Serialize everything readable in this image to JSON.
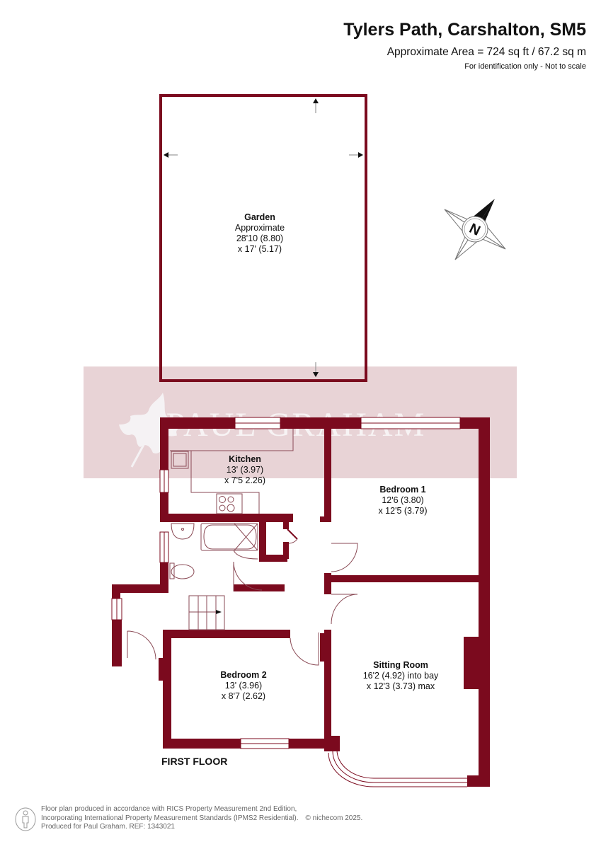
{
  "header": {
    "title": "Tylers Path, Carshalton, SM5",
    "area": "Approximate Area = 724 sq ft / 67.2 sq m",
    "note": "For identification only - Not to scale"
  },
  "watermark": {
    "text": "PAUL GRAHAM",
    "icon": "leaf-icon",
    "band_color": "#e8d3d6"
  },
  "compass": {
    "icon": "north-compass-icon",
    "label": "N"
  },
  "colors": {
    "wall": "#7b0a1e",
    "fixture_line": "#8a4a55"
  },
  "rooms": [
    {
      "name": "Garden",
      "line1": "Approximate",
      "line2": "28'10 (8.80)",
      "line3": "x 17' (5.17)"
    },
    {
      "name": "Kitchen",
      "line1": "13' (3.97)",
      "line2": "x 7'5 2.26)"
    },
    {
      "name": "Bedroom 1",
      "line1": "12'6 (3.80)",
      "line2": "x 12'5 (3.79)"
    },
    {
      "name": "Sitting Room",
      "line1": "16'2 (4.92) into bay",
      "line2": "x 12'3 (3.73) max"
    },
    {
      "name": "Bedroom 2",
      "line1": "13' (3.96)",
      "line2": "x 8'7 (2.62)"
    }
  ],
  "floor_label": "FIRST FLOOR",
  "footer": {
    "line1": "Floor plan produced in accordance with RICS Property Measurement 2nd Edition,",
    "line2": "Incorporating International Property Measurement Standards (IPMS2 Residential).",
    "copyright": "© nichecom 2025.",
    "line3": "Produced for Paul Graham.   REF: 1343021",
    "icon": "person-icon"
  }
}
